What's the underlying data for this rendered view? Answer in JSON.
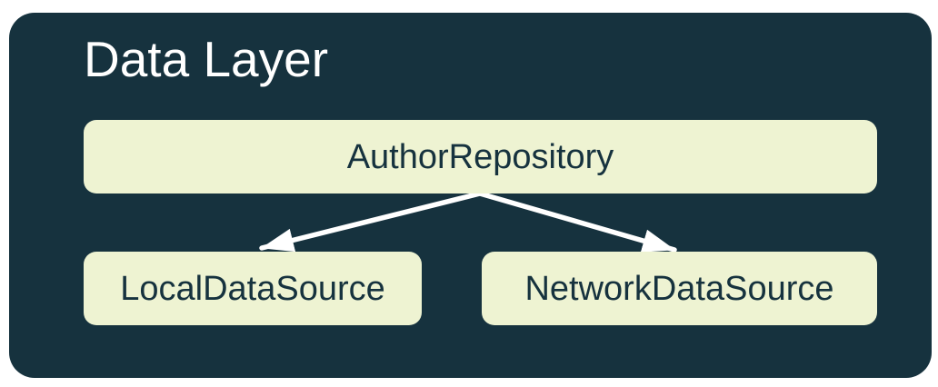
{
  "diagram": {
    "title": "Data Layer",
    "nodes": [
      {
        "id": "author-repository",
        "label": "AuthorRepository",
        "level": "parent"
      },
      {
        "id": "local-data-source",
        "label": "LocalDataSource",
        "level": "child"
      },
      {
        "id": "network-data-source",
        "label": "NetworkDataSource",
        "level": "child"
      }
    ],
    "edges": [
      {
        "from": "author-repository",
        "to": "local-data-source",
        "style": "white-arrow"
      },
      {
        "from": "author-repository",
        "to": "network-data-source",
        "style": "white-arrow"
      }
    ]
  },
  "colors": {
    "page_bg": "#ffffff",
    "panel_bg": "#16323E",
    "node_bg": "#EEF3D2",
    "node_text": "#16323E",
    "title_text": "#FFFFFF",
    "arrow": "#FFFFFF"
  }
}
